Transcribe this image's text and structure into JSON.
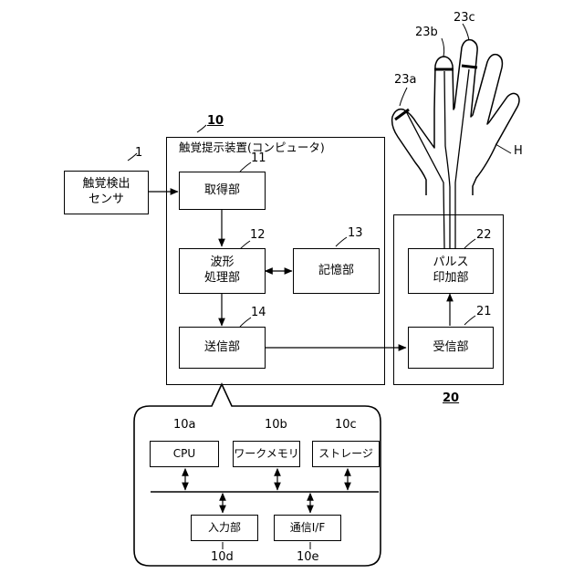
{
  "sensor": {
    "label": "触覚検出\nセンサ",
    "ref": "1"
  },
  "device": {
    "ref": "10",
    "title": "触覚提示装置(コンピュータ)",
    "acquire": {
      "label": "取得部",
      "ref": "11"
    },
    "waveform": {
      "label": "波形\n処理部",
      "ref": "12"
    },
    "storage": {
      "label": "記憶部",
      "ref": "13"
    },
    "transmit": {
      "label": "送信部",
      "ref": "14"
    }
  },
  "actuator": {
    "ref": "20",
    "pulse": {
      "label": "パルス\n印加部",
      "ref": "22"
    },
    "receive": {
      "label": "受信部",
      "ref": "21"
    }
  },
  "hand": {
    "ref": "H",
    "electrodes": [
      "23a",
      "23b",
      "23c"
    ]
  },
  "hardware": {
    "cpu": {
      "label": "CPU",
      "ref": "10a"
    },
    "memory": {
      "label": "ワークメモリ",
      "ref": "10b"
    },
    "strage": {
      "label": "ストレージ",
      "ref": "10c"
    },
    "input": {
      "label": "入力部",
      "ref": "10d"
    },
    "comm": {
      "label": "通信I/F",
      "ref": "10e"
    }
  }
}
